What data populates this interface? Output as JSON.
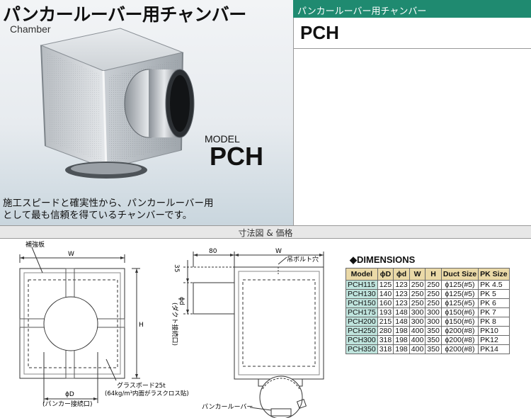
{
  "hero": {
    "title": "パンカールーバー用チャンバー",
    "subtitle": "Chamber",
    "model_label": "MODEL",
    "model_name": "PCH",
    "tagline": "施工スピードと確実性から、パンカールーバー用\nとして最も信頼を得ているチャンバーです。"
  },
  "right": {
    "bar_text": "パンカールーバー用チャンバー",
    "model": "PCH"
  },
  "section": {
    "title": "寸法図 & 価格"
  },
  "drawing_front": {
    "label_reinforce": "補強板",
    "label_w": "W",
    "label_h": "H",
    "label_glass_1": "グラスボード25t",
    "label_glass_2": "(64kg/m³内面がラスクロス貼)",
    "label_phiD": "ϕD",
    "label_punka_port": "(パンカー接続口)"
  },
  "drawing_side": {
    "label_80": "80",
    "label_w": "W",
    "label_35": "35",
    "label_bolt": "吊ボルト穴",
    "label_phid": "ϕd",
    "label_duct_port": "(ダクト接続口)",
    "label_punka_louver": "パンカールーバー"
  },
  "dimensions": {
    "title": "◆DIMENSIONS",
    "headers": [
      "Model",
      "ϕD",
      "ϕd",
      "W",
      "H",
      "Duct Size",
      "PK Size"
    ],
    "rows": [
      [
        "PCH115",
        "125",
        "123",
        "250",
        "250",
        "ϕ125(#5)",
        "PK  4.5"
      ],
      [
        "PCH130",
        "140",
        "123",
        "250",
        "250",
        "ϕ125(#5)",
        "PK  5"
      ],
      [
        "PCH150",
        "160",
        "123",
        "250",
        "250",
        "ϕ125(#5)",
        "PK  6"
      ],
      [
        "PCH175",
        "193",
        "148",
        "300",
        "300",
        "ϕ150(#6)",
        "PK  7"
      ],
      [
        "PCH200",
        "215",
        "148",
        "300",
        "300",
        "ϕ150(#6)",
        "PK  8"
      ],
      [
        "PCH250",
        "280",
        "198",
        "400",
        "350",
        "ϕ200(#8)",
        "PK10"
      ],
      [
        "PCH300",
        "318",
        "198",
        "400",
        "350",
        "ϕ200(#8)",
        "PK12"
      ],
      [
        "PCH350",
        "318",
        "198",
        "400",
        "350",
        "ϕ200(#8)",
        "PK14"
      ]
    ]
  }
}
